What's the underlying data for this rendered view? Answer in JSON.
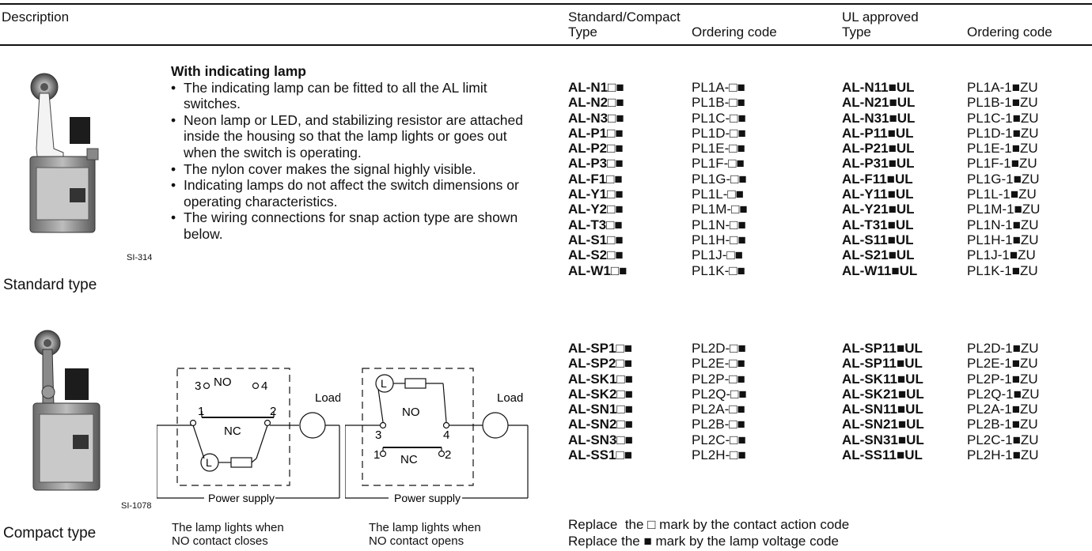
{
  "header": {
    "description": "Description",
    "group1": "Standard/Compact",
    "group2": "UL approved",
    "type1": "Type",
    "ordering1": "Ordering code",
    "type2": "Type",
    "ordering2": "Ordering code"
  },
  "section1": {
    "title": "With indicating lamp",
    "bullets": [
      "The indicating lamp can be fitted to all the AL limit switches.",
      "Neon lamp or LED, and stabilizing resistor are attached inside the housing so that the lamp lights or goes out when the switch is operating.",
      "The nylon cover makes the signal highly visible.",
      "Indicating lamps do not affect the switch dimensions or operating characteristics.",
      "The wiring connections for snap action type are shown below."
    ],
    "photo_code": "SI-314",
    "caption": "Standard type",
    "rows": [
      {
        "type": "AL-N1□■",
        "code": "PL1A-□■",
        "ul_type": "AL-N11■UL",
        "ul_code": "PL1A-1■ZU"
      },
      {
        "type": "AL-N2□■",
        "code": "PL1B-□■",
        "ul_type": "AL-N21■UL",
        "ul_code": "PL1B-1■ZU"
      },
      {
        "type": "AL-N3□■",
        "code": "PL1C-□■",
        "ul_type": "AL-N31■UL",
        "ul_code": "PL1C-1■ZU"
      },
      {
        "type": "AL-P1□■",
        "code": "PL1D-□■",
        "ul_type": "AL-P11■UL",
        "ul_code": "PL1D-1■ZU"
      },
      {
        "type": "AL-P2□■",
        "code": "PL1E-□■",
        "ul_type": "AL-P21■UL",
        "ul_code": "PL1E-1■ZU"
      },
      {
        "type": "AL-P3□■",
        "code": "PL1F-□■",
        "ul_type": "AL-P31■UL",
        "ul_code": "PL1F-1■ZU"
      },
      {
        "type": "AL-F1□■",
        "code": "PL1G-□■",
        "ul_type": "AL-F11■UL",
        "ul_code": "PL1G-1■ZU"
      },
      {
        "type": "AL-Y1□■",
        "code": "PL1L-□■",
        "ul_type": "AL-Y11■UL",
        "ul_code": "PL1L-1■ZU"
      },
      {
        "type": "AL-Y2□■",
        "code": "PL1M-□■",
        "ul_type": "AL-Y21■UL",
        "ul_code": "PL1M-1■ZU"
      },
      {
        "type": "AL-T3□■",
        "code": "PL1N-□■",
        "ul_type": "AL-T31■UL",
        "ul_code": "PL1N-1■ZU"
      },
      {
        "type": "AL-S1□■",
        "code": "PL1H-□■",
        "ul_type": "AL-S11■UL",
        "ul_code": "PL1H-1■ZU"
      },
      {
        "type": "AL-S2□■",
        "code": "PL1J-□■",
        "ul_type": "AL-S21■UL",
        "ul_code": "PL1J-1■ZU"
      },
      {
        "type": "AL-W1□■",
        "code": "PL1K-□■",
        "ul_type": "AL-W11■UL",
        "ul_code": "PL1K-1■ZU"
      }
    ]
  },
  "section2": {
    "photo_code": "SI-1078",
    "caption": "Compact type",
    "diagram1": {
      "top_label": "NO",
      "contact_label": "NC",
      "load": "Load",
      "power": "Power supply",
      "t3": "3",
      "t4": "4",
      "t1": "1",
      "t2": "2",
      "lamp": "L",
      "caption_line1": "The lamp lights when",
      "caption_line2": "NO contact closes"
    },
    "diagram2": {
      "top_label": "NO",
      "contact_label": "NC",
      "load": "Load",
      "power": "Power supply",
      "t3": "3",
      "t4": "4",
      "t1": "1",
      "t2": "2",
      "lamp": "L",
      "caption_line1": "The lamp lights when",
      "caption_line2": "NO contact opens"
    },
    "rows": [
      {
        "type": "AL-SP1□■",
        "code": "PL2D-□■",
        "ul_type": "AL-SP11■UL",
        "ul_code": "PL2D-1■ZU"
      },
      {
        "type": "AL-SP2□■",
        "code": "PL2E-□■",
        "ul_type": "AL-SP11■UL",
        "ul_code": "PL2E-1■ZU"
      },
      {
        "type": "AL-SK1□■",
        "code": "PL2P-□■",
        "ul_type": "AL-SK11■UL",
        "ul_code": "PL2P-1■ZU"
      },
      {
        "type": "AL-SK2□■",
        "code": "PL2Q-□■",
        "ul_type": "AL-SK21■UL",
        "ul_code": "PL2Q-1■ZU"
      },
      {
        "type": "AL-SN1□■",
        "code": "PL2A-□■",
        "ul_type": "AL-SN11■UL",
        "ul_code": "PL2A-1■ZU"
      },
      {
        "type": "AL-SN2□■",
        "code": "PL2B-□■",
        "ul_type": "AL-SN21■UL",
        "ul_code": "PL2B-1■ZU"
      },
      {
        "type": "AL-SN3□■",
        "code": "PL2C-□■",
        "ul_type": "AL-SN31■UL",
        "ul_code": "PL2C-1■ZU"
      },
      {
        "type": "AL-SS1□■",
        "code": "PL2H-□■",
        "ul_type": "AL-SS11■UL",
        "ul_code": "PL2H-1■ZU"
      }
    ]
  },
  "notes": [
    "Replace  the □ mark by the contact action code",
    "Replace the ■ mark by the lamp voltage code"
  ]
}
